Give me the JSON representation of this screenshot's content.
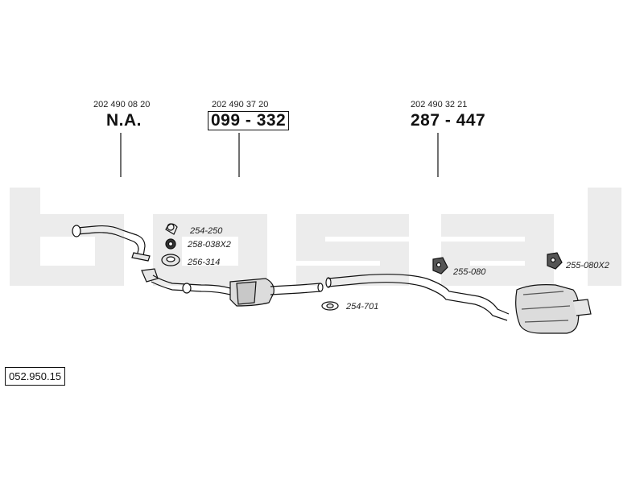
{
  "watermark": "bosal",
  "sections": [
    {
      "oem_number": "202 490 08 20",
      "part_number": "N.A.",
      "boxed": false
    },
    {
      "oem_number": "202 490 37 20",
      "part_number": "099 - 332",
      "boxed": true
    },
    {
      "oem_number": "202 490 32 21",
      "part_number": "287 - 447",
      "boxed": false
    }
  ],
  "fitting_parts": [
    {
      "label": "254-250",
      "icon": "clamp-icon"
    },
    {
      "label": "258-038X2",
      "icon": "nut-icon"
    },
    {
      "label": "256-314",
      "icon": "seal-ring-icon"
    },
    {
      "label": "254-701",
      "icon": "clamp-icon"
    },
    {
      "label": "255-080",
      "icon": "rubber-mount-icon"
    },
    {
      "label": "255-080X2",
      "icon": "rubber-mount-icon"
    }
  ],
  "reference_number": "052.950.15",
  "colors": {
    "watermark": "#ececec",
    "line": "#111111",
    "part_fill": "#dcdcdc"
  }
}
